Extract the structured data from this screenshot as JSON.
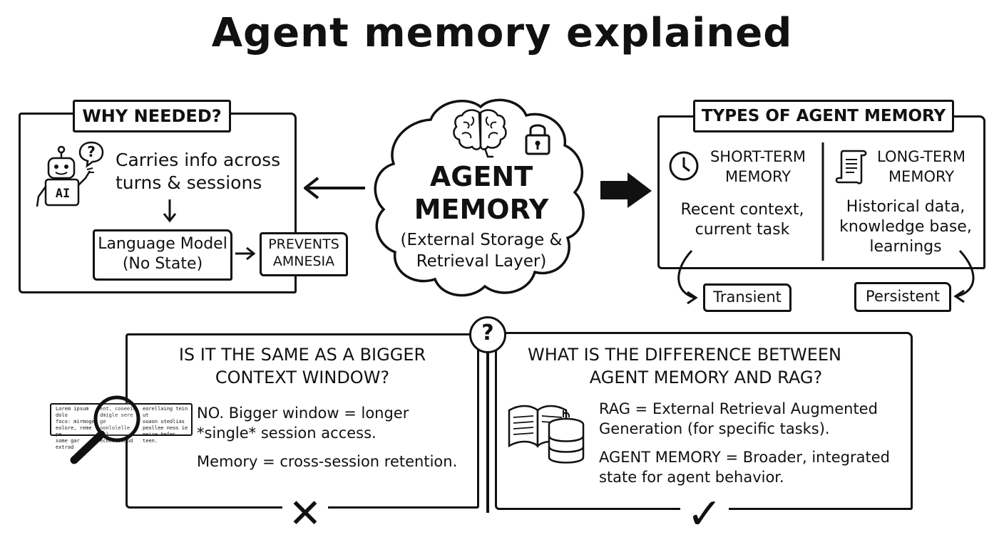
{
  "title": "Agent memory explained",
  "why_needed": {
    "tab_label": "WHY NEEDED?",
    "robot_label": "AI",
    "robot_bubble": "?",
    "description": [
      "Carries info across",
      "turns & sessions"
    ],
    "model_box": [
      "Language Model",
      "(No State)"
    ],
    "prevents_box": [
      "PREVENTS",
      "AMNESIA"
    ]
  },
  "center": {
    "heading": [
      "AGENT",
      "MEMORY"
    ],
    "subheading": [
      "(External Storage &",
      "Retrieval Layer)"
    ]
  },
  "types": {
    "tab_label": "TYPES OF AGENT MEMORY",
    "short_term": {
      "label": [
        "SHORT-TERM",
        "MEMORY"
      ],
      "description": [
        "Recent context,",
        "current task"
      ],
      "tag": "Transient"
    },
    "long_term": {
      "label": [
        "LONG-TERM",
        "MEMORY"
      ],
      "description": [
        "Historical data,",
        "knowledge base,",
        "learnings"
      ],
      "tag": "Persistent"
    }
  },
  "question_badge": "?",
  "context_window": {
    "heading": [
      "IS IT THE SAME AS A BIGGER",
      "CONTEXT WINDOW?"
    ],
    "answer_lines": [
      "NO. Bigger window = longer",
      "*single* session access."
    ],
    "memory_line": "Memory = cross-session retention.",
    "doc_text": {
      "left": [
        "Lorem ipsum dolo",
        "foco: mirmoge",
        "eolore, reme pe",
        "some gar extrad"
      ],
      "middle": [
        "ent, cooeein",
        "dmigle sere ge",
        "oonlolelle inl",
        "ecnecesunod"
      ],
      "right": [
        "eorellaing tein ut",
        "ouaon utedlias",
        "peollee neos ie",
        "meire hefes teen."
      ]
    },
    "verdict": "✕"
  },
  "rag": {
    "heading": [
      "WHAT IS THE DIFFERENCE BETWEEN",
      "AGENT MEMORY AND RAG?"
    ],
    "rag_lines": [
      "RAG = External Retrieval Augmented",
      "Generation (for specific tasks)."
    ],
    "memory_lines": [
      "AGENT MEMORY = Broader, integrated",
      "state for agent behavior."
    ],
    "verdict": "✓"
  }
}
